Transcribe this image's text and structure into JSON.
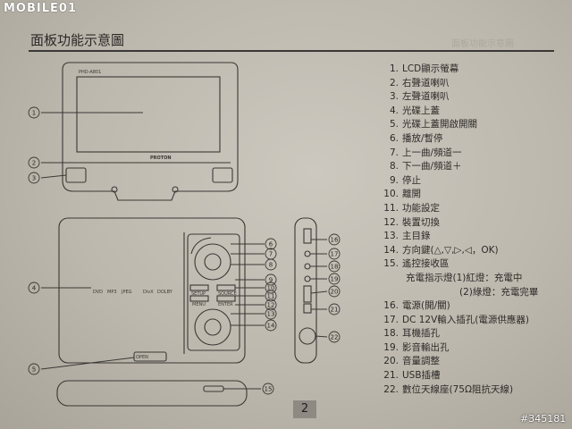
{
  "watermark": "MOBILE01",
  "page": {
    "title": "面板功能示意圖",
    "faint_header": "面板功能示意圖",
    "number": "2"
  },
  "device": {
    "model": "PHD-A801",
    "brand": "PROTON",
    "label_open": "OPEN",
    "label_dvd": "DVD",
    "label_mp3": "MP3",
    "label_jpeg": "JPEG",
    "label_divx": "DivX",
    "label_dolby": "DOLBY",
    "btn_setup": "SETUP",
    "btn_source": "SOURCE",
    "btn_menu": "MENU",
    "btn_enter": "ENTER"
  },
  "callouts": [
    "1",
    "2",
    "3",
    "4",
    "5",
    "6",
    "7",
    "8",
    "9",
    "10",
    "11",
    "12",
    "13",
    "14",
    "15",
    "16",
    "17",
    "18",
    "19",
    "20",
    "21",
    "22"
  ],
  "legend": {
    "items": [
      {
        "num": "1.",
        "text": "LCD顯示螢幕"
      },
      {
        "num": "2.",
        "text": "右聲道喇叭"
      },
      {
        "num": "3.",
        "text": "左聲道喇叭"
      },
      {
        "num": "4.",
        "text": "光碟上蓋"
      },
      {
        "num": "5.",
        "text": "光碟上蓋開啟開關"
      },
      {
        "num": "6.",
        "text": "播放/暫停"
      },
      {
        "num": "7.",
        "text": "上一曲/頻道一"
      },
      {
        "num": "8.",
        "text": "下一曲/頻道＋"
      },
      {
        "num": "9.",
        "text": "停止"
      },
      {
        "num": "10.",
        "text": "離開"
      },
      {
        "num": "11.",
        "text": "功能設定"
      },
      {
        "num": "12.",
        "text": "裝置切換"
      },
      {
        "num": "13.",
        "text": "主目錄"
      },
      {
        "num": "14.",
        "text": "方向鍵(△,▽,▷,◁，OK)"
      },
      {
        "num": "15.",
        "text": "遙控接收區"
      }
    ],
    "sub1": "充電指示燈(1)紅燈：充電中",
    "sub2": "(2)綠燈：充電完畢",
    "items2": [
      {
        "num": "16.",
        "text": "電源(開/關)"
      },
      {
        "num": "17.",
        "text": "DC 12V輸入插孔(電源供應器)"
      },
      {
        "num": "18.",
        "text": "耳機插孔"
      },
      {
        "num": "19.",
        "text": "影音輸出孔"
      },
      {
        "num": "20.",
        "text": "音量調整"
      },
      {
        "num": "21.",
        "text": "USB插槽"
      },
      {
        "num": "22.",
        "text": "數位天線座(75Ω阻抗天線)"
      }
    ]
  },
  "post_id": "#345181"
}
